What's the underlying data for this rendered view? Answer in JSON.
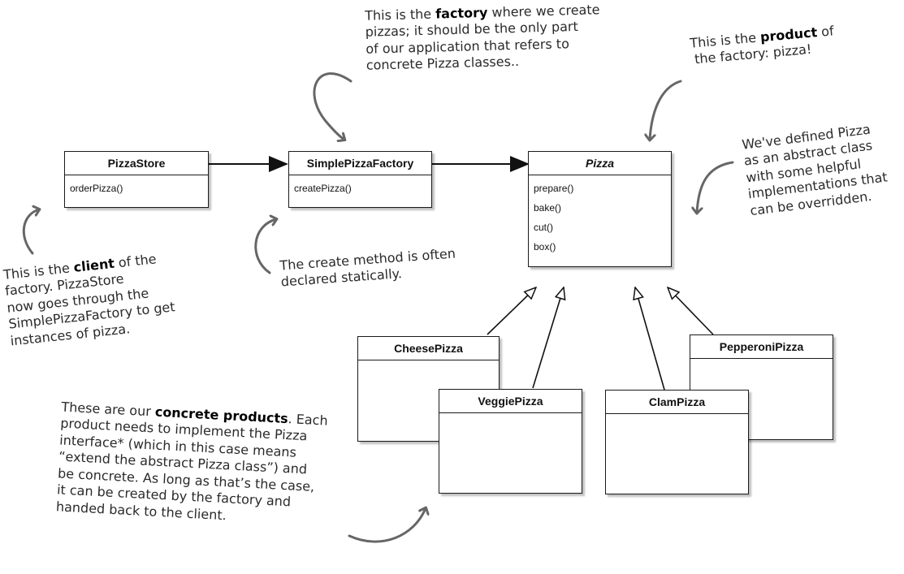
{
  "classes": {
    "pizza_store": {
      "name": "PizzaStore",
      "methods": [
        "orderPizza()"
      ]
    },
    "simple_factory": {
      "name": "SimplePizzaFactory",
      "methods": [
        "createPizza()"
      ]
    },
    "pizza": {
      "name": "Pizza",
      "methods": [
        "prepare()",
        "bake()",
        "cut()",
        "box()"
      ]
    },
    "cheese": {
      "name": "CheesePizza"
    },
    "veggie": {
      "name": "VeggiePizza"
    },
    "clam": {
      "name": "ClamPizza"
    },
    "pepperoni": {
      "name": "PepperoniPizza"
    }
  },
  "notes": {
    "factory": {
      "pre": "This is the ",
      "em": "factory",
      "post1": " where we create",
      "l2": "pizzas; it should be the only part",
      "l3": "of our application that refers to",
      "l4": "concrete Pizza classes.."
    },
    "product": {
      "pre": "This is the ",
      "em": "product",
      "post1": " of",
      "l2": "the factory: pizza!"
    },
    "abstract": {
      "l1": "We've defined Pizza",
      "l2": "as an abstract class",
      "l3": "with some helpful",
      "l4": "implementations that",
      "l5": "can be overridden."
    },
    "client": {
      "pre": "This is the ",
      "em": "client",
      "post1": " of the",
      "l2": "factory. PizzaStore",
      "l3": "now goes through the",
      "l4": "SimplePizzaFactory to get",
      "l5": "instances of pizza."
    },
    "create": {
      "l1": "The create method is often",
      "l2": "declared statically."
    },
    "concrete": {
      "pre": "These are our ",
      "em": "concrete products",
      "post1": ". Each",
      "l2": "product needs to implement the Pizza",
      "l3": "interface* (which in this case means",
      "l4": "“extend the abstract Pizza class”) and",
      "l5": "be concrete. As long as that’s the case,",
      "l6": "it can be created by the factory and",
      "l7": "handed back to the client."
    }
  }
}
